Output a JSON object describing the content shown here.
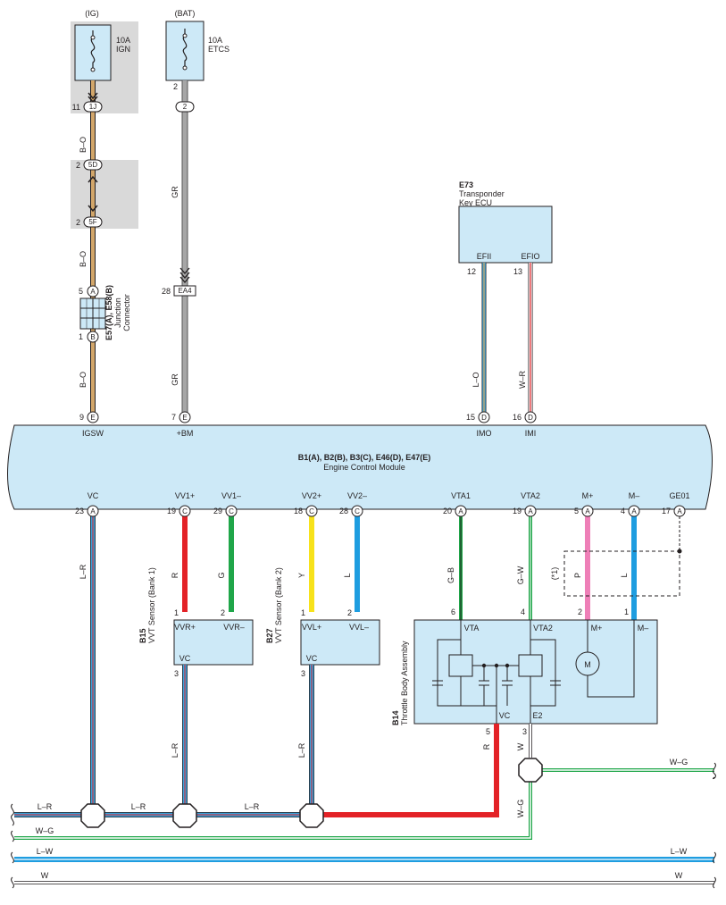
{
  "fuses": {
    "ig": {
      "source": "(IG)",
      "rating": "10A",
      "name": "IGN",
      "pin": "11",
      "connector": "1J"
    },
    "bat": {
      "source": "(BAT)",
      "rating": "10A",
      "name": "ETCS",
      "pin": "2",
      "connector": "2"
    }
  },
  "inline_connectors": {
    "c5d": {
      "pin": "2",
      "label": "5D"
    },
    "c5f": {
      "pin": "2",
      "label": "5F"
    },
    "ea4": {
      "pin": "28",
      "label": "EA4"
    }
  },
  "junction": {
    "id": "E57(A), E58(B)",
    "line1": "Junction",
    "line2": "Connector",
    "pin_top": "5",
    "pin_top_letter": "A",
    "pin_bottom": "1",
    "pin_bottom_letter": "B"
  },
  "wire_colors": {
    "bo": "B–O",
    "gr": "GR",
    "lo": "L–O",
    "wr": "W–R",
    "lr": "L–R",
    "r": "R",
    "g": "G",
    "y": "Y",
    "l": "L",
    "gb": "G–B",
    "gw": "G–W",
    "p": "P",
    "w": "W",
    "wg": "W–G",
    "lw": "L–W"
  },
  "transponder": {
    "id": "E73",
    "line1": "Transponder",
    "line2": "Key ECU",
    "terms": [
      {
        "name": "EFII",
        "pin": "12"
      },
      {
        "name": "EFIO",
        "pin": "13"
      }
    ]
  },
  "ecm": {
    "title": "B1(A), B2(B), B3(C), E46(D), E47(E)",
    "subtitle": "Engine Control Module",
    "top_terms": [
      {
        "pin": "9",
        "letter": "E",
        "name": "IGSW"
      },
      {
        "pin": "7",
        "letter": "E",
        "name": "+BM"
      },
      {
        "pin": "15",
        "letter": "D",
        "name": "IMO"
      },
      {
        "pin": "16",
        "letter": "D",
        "name": "IMI"
      }
    ],
    "bottom_terms": [
      {
        "pin": "23",
        "letter": "A",
        "name": "VC"
      },
      {
        "pin": "19",
        "letter": "C",
        "name": "VV1+"
      },
      {
        "pin": "29",
        "letter": "C",
        "name": "VV1–"
      },
      {
        "pin": "18",
        "letter": "C",
        "name": "VV2+"
      },
      {
        "pin": "28",
        "letter": "C",
        "name": "VV2–"
      },
      {
        "pin": "20",
        "letter": "A",
        "name": "VTA1"
      },
      {
        "pin": "19",
        "letter": "A",
        "name": "VTA2"
      },
      {
        "pin": "5",
        "letter": "A",
        "name": "M+"
      },
      {
        "pin": "4",
        "letter": "A",
        "name": "M–"
      },
      {
        "pin": "17",
        "letter": "A",
        "name": "GE01"
      }
    ]
  },
  "shield_label": "(*1)",
  "sensor_b15": {
    "id": "B15",
    "name": "VVT Sensor (Bank 1)",
    "t1": "VVR+",
    "t2": "VVR–",
    "t3": "VC",
    "p1": "1",
    "p2": "2",
    "p3": "3"
  },
  "sensor_b27": {
    "id": "B27",
    "name": "VVT Sensor (Bank 2)",
    "t1": "VVL+",
    "t2": "VVL–",
    "t3": "VC",
    "p1": "1",
    "p2": "2",
    "p3": "3"
  },
  "throttle": {
    "id": "B14",
    "name": "Throttle Body Assembly",
    "terms": [
      {
        "pin": "6",
        "name": "VTA"
      },
      {
        "pin": "4",
        "name": "VTA2"
      },
      {
        "pin": "2",
        "name": "M+"
      },
      {
        "pin": "1",
        "name": "M–"
      },
      {
        "pin": "5",
        "name": "VC"
      },
      {
        "pin": "3",
        "name": "E2"
      }
    ],
    "motor": "M"
  },
  "colors": {
    "ecm_fill": "#cde9f7",
    "fuse_bg": "#d9d9d9",
    "wire_bo": "#d2a66a",
    "wire_gr": "#8c8c8c",
    "wire_r": "#e32227",
    "wire_g": "#1fa649",
    "wire_y": "#f7e21b",
    "wire_l": "#1e9de0",
    "wire_p": "#ee7fb7",
    "wire_w": "#bdbdbd"
  }
}
